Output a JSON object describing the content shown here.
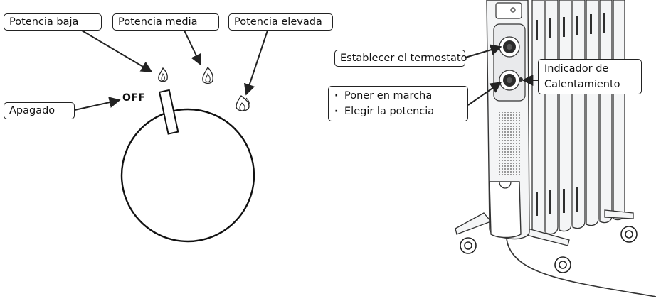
{
  "labels": {
    "potencia_baja": "Potencia baja",
    "potencia_media": "Potencia media",
    "potencia_elevada": "Potencia elevada",
    "apagado": "Apagado",
    "off": "OFF",
    "establecer_termostato": "Establecer el termostato",
    "indicador_line1": "Indicador de",
    "indicador_line2": "Calentamiento",
    "poner_en_marcha": "Poner en marcha",
    "elegir_potencia": "Elegir la potencia"
  },
  "icons": {
    "flame_low": "flame-icon-small",
    "flame_medium": "flame-icon-medium",
    "flame_high": "flame-icon-large"
  },
  "colors": {
    "line": "#222222",
    "heater_body": "#f4f5f6",
    "heater_shadow": "#d9dbde",
    "knob_dark": "#2b2b2b"
  }
}
